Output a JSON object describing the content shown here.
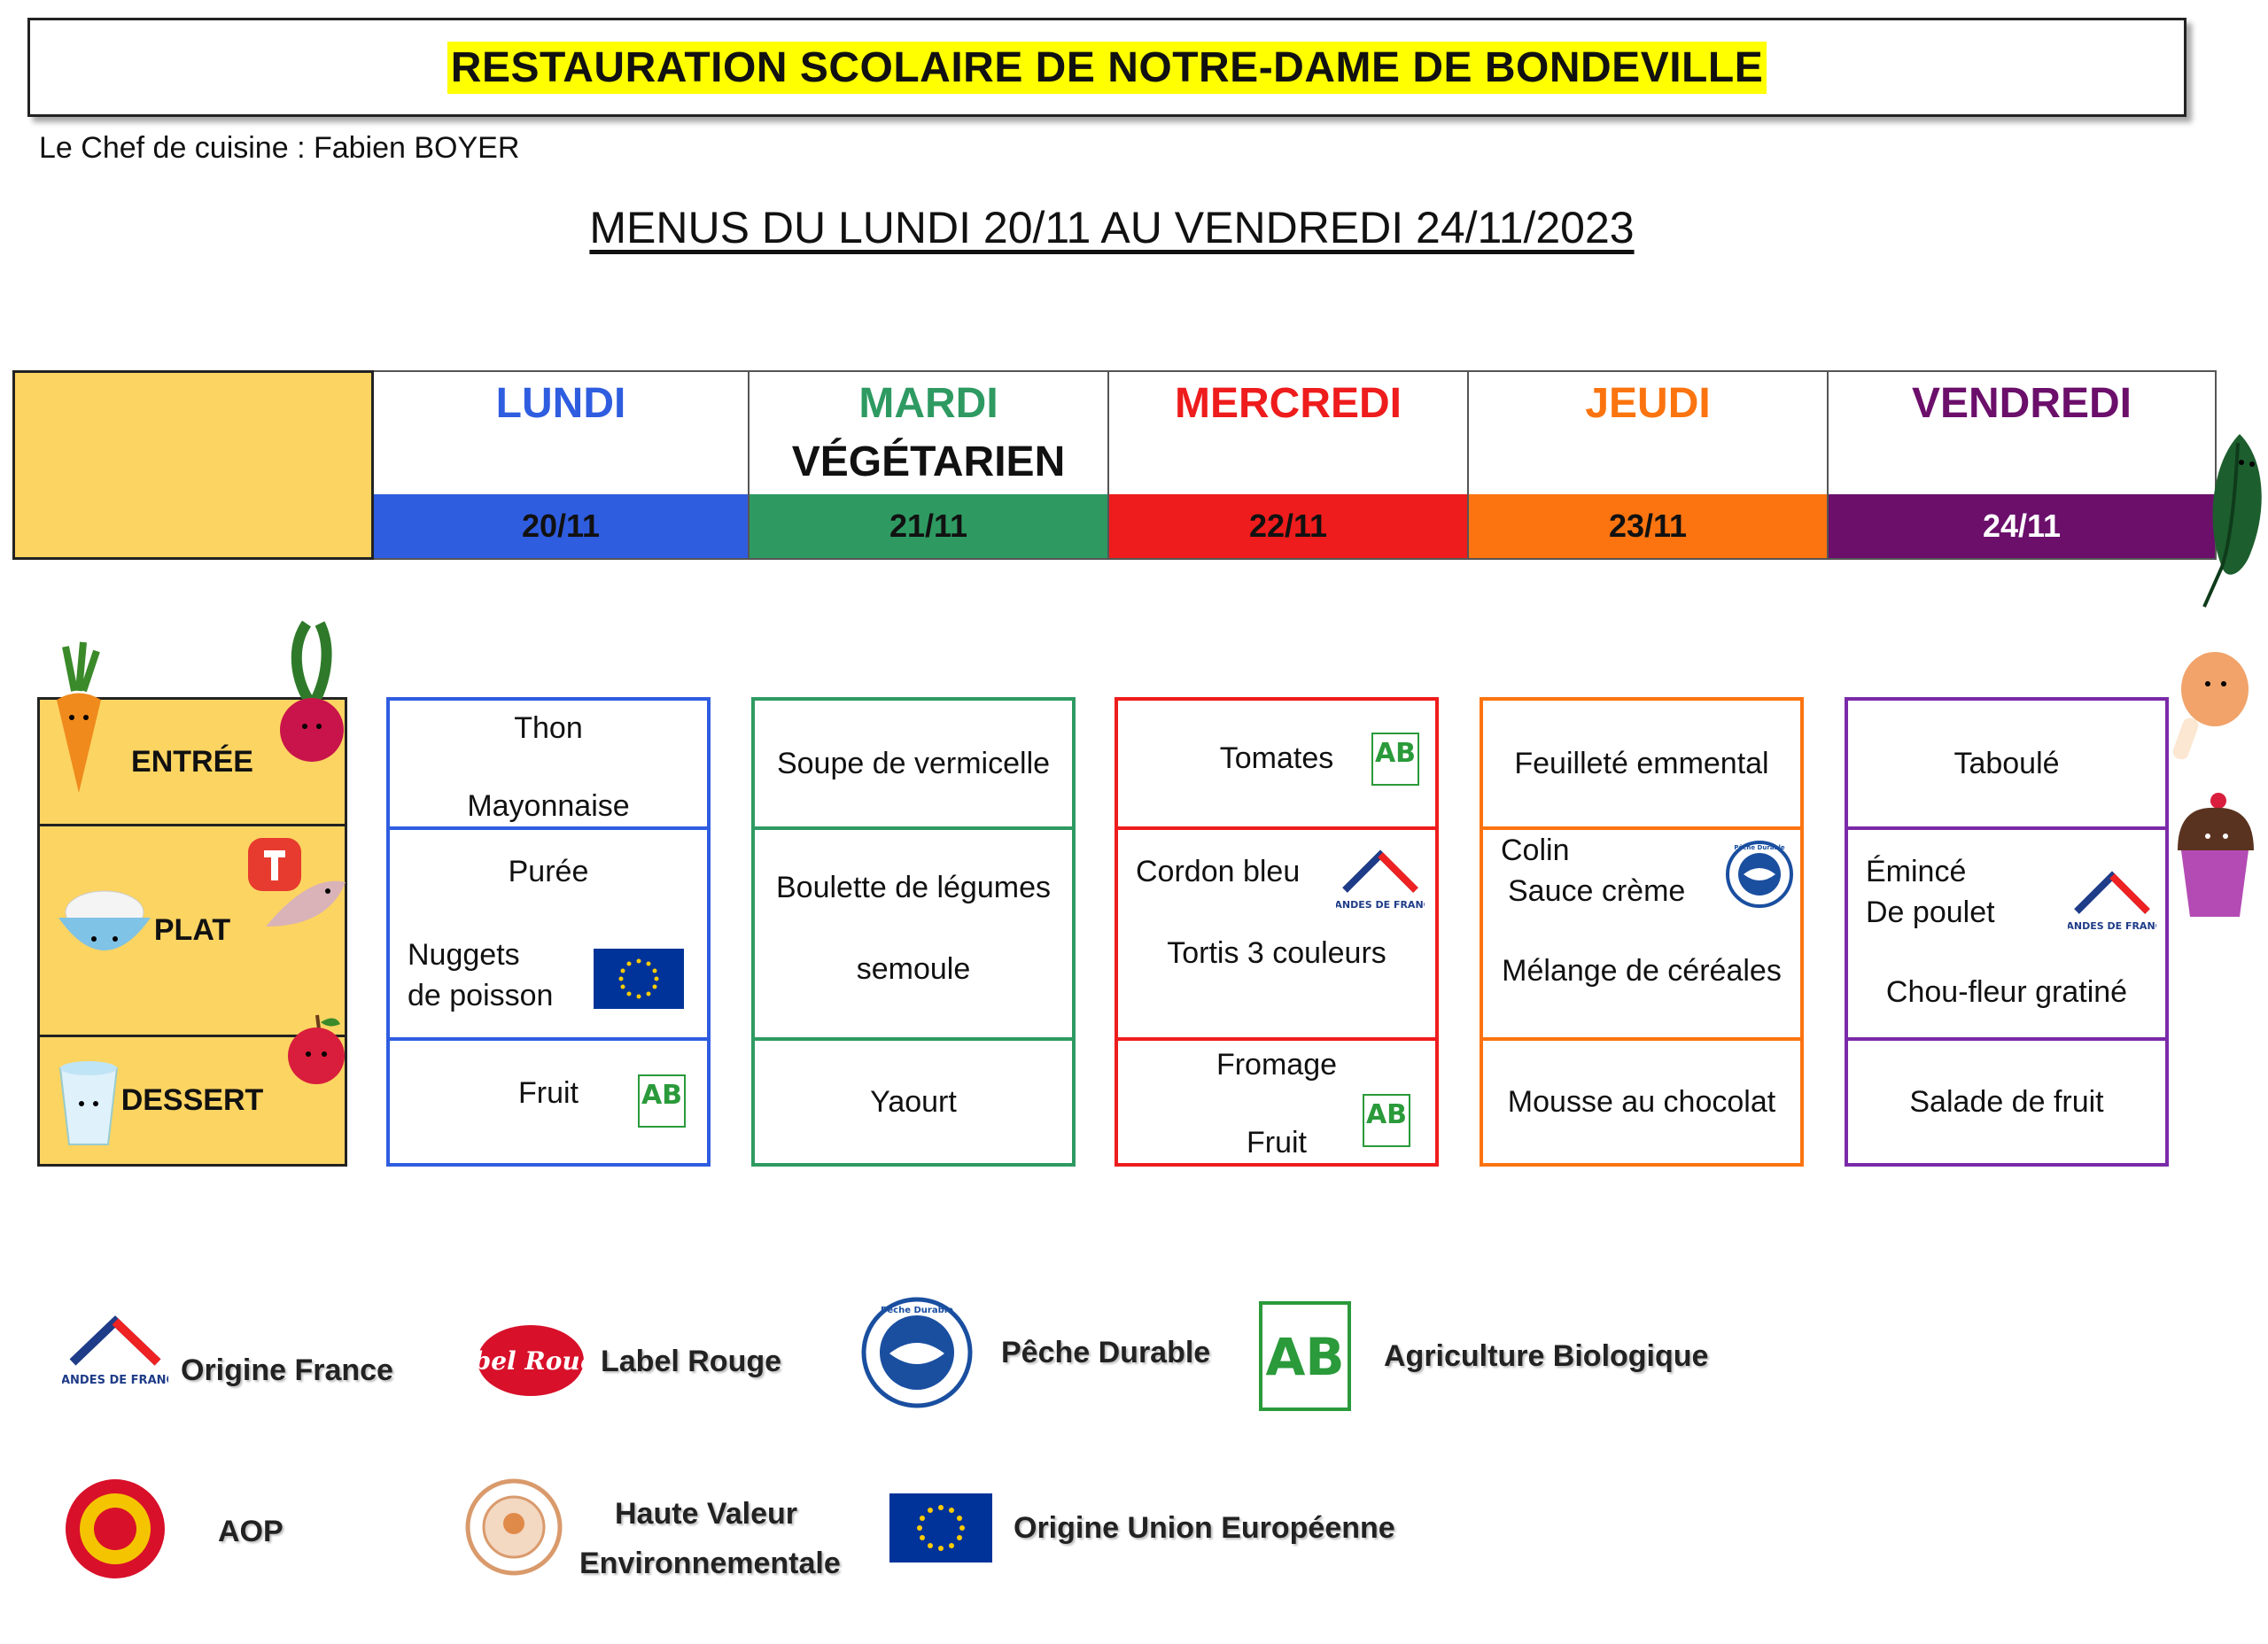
{
  "header": {
    "title": "RESTAURATION SCOLAIRE DE NOTRE-DAME DE BONDEVILLE",
    "chef": "Le Chef de cuisine : Fabien BOYER",
    "menus_title": "MENUS DU LUNDI 20/11 AU VENDREDI 24/11/2023"
  },
  "colors": {
    "lundi": "#2f5de0",
    "mardi": "#2e9a62",
    "mercredi": "#ee1c1c",
    "jeudi": "#fb7410",
    "vendredi": "#6b0f6b",
    "category_bg": "#fcd462"
  },
  "days": [
    {
      "name": "LUNDI",
      "subtitle": "",
      "date": "20/11"
    },
    {
      "name": "MARDI",
      "subtitle": "VÉGÉTARIEN",
      "date": "21/11"
    },
    {
      "name": "MERCREDI",
      "subtitle": "",
      "date": "22/11"
    },
    {
      "name": "JEUDI",
      "subtitle": "",
      "date": "23/11"
    },
    {
      "name": "VENDREDI",
      "subtitle": "",
      "date": "24/11"
    }
  ],
  "categories": {
    "entree": "ENTRÉE",
    "plat": "PLAT",
    "dessert": "DESSERT"
  },
  "menu": {
    "lundi": {
      "entree": [
        "Thon",
        "Mayonnaise"
      ],
      "plat": [
        "Purée",
        "Nuggets",
        "de poisson"
      ],
      "dessert": [
        "Fruit"
      ]
    },
    "mardi": {
      "entree": [
        "Soupe de vermicelle"
      ],
      "plat": [
        "Boulette de légumes",
        "semoule"
      ],
      "dessert": [
        "Yaourt"
      ]
    },
    "mercredi": {
      "entree": [
        "Tomates"
      ],
      "plat": [
        "Cordon bleu",
        "Tortis 3 couleurs"
      ],
      "dessert": [
        "Fromage",
        "Fruit"
      ]
    },
    "jeudi": {
      "entree": [
        "Feuilleté emmental"
      ],
      "plat": [
        "Colin",
        "Sauce crème",
        "Mélange de céréales"
      ],
      "dessert": [
        "Mousse au chocolat"
      ]
    },
    "vendredi": {
      "entree": [
        "Taboulé"
      ],
      "plat": [
        "Émincé",
        "De poulet",
        "Chou-fleur gratiné"
      ],
      "dessert": [
        "Salade de fruit"
      ]
    }
  },
  "legend": {
    "origine_france": "Origine France",
    "label_rouge": "Label Rouge",
    "peche_durable": "Pêche Durable",
    "agriculture_biologique": "Agriculture Biologique",
    "aop": "AOP",
    "hve_line1": "Haute Valeur",
    "hve_line2": "Environnementale",
    "origine_ue": "Origine Union Européenne"
  },
  "logo_marks": {
    "ab": "AB",
    "viandes": "VIANDES DE FRANCE",
    "label_rouge": "label Rouge",
    "peche": "Pêche Durable"
  }
}
